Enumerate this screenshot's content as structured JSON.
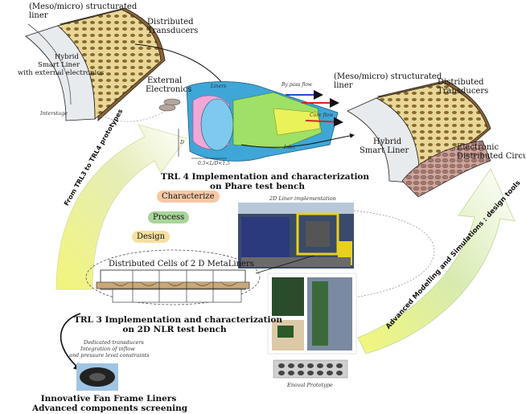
{
  "labels": {
    "liner_top_left_structured": "(Meso/micro) structurated",
    "liner_top_left_liner": "liner",
    "distributed_transducers_left": "Distributed",
    "distributed_transducers_left_2": "Transducers",
    "hybrid_left_1": "Hybrid",
    "hybrid_left_2": "Smart Liner",
    "hybrid_left_3": "with external electronics",
    "interstage": "Interstage",
    "external_electronics_1": "External",
    "external_electronics_2": "Electronics",
    "engine_liners": "Liners",
    "engine_bypass": "By pass flow",
    "engine_core": "Core flow",
    "engine_inlet": "Inlet",
    "engine_d": "D",
    "engine_ld": "0.5<L/D<1.5",
    "liner_right_structured": "(Meso/micro) structurated",
    "liner_right_liner": "liner",
    "distributed_transducers_right": "Distributed",
    "distributed_transducers_right_2": "Transducers",
    "hybrid_right_1": "Hybrid",
    "hybrid_right_2": "Smart Liner",
    "electronic_circuit_1": "Electronic",
    "electronic_circuit_2": "Distributed Circuit",
    "trl4_1": "TRL 4 Implementation and characterization",
    "trl4_2": "on Phare test bench",
    "characterize": "Characterize",
    "process": "Process",
    "design": "Design",
    "from_trl": "From TRL3 to TRL4 prototypes",
    "liner_2d_impl": "2D Liner implementation",
    "distributed_cells": "Distributed Cells of 2 D MetaLiners",
    "trl3_1": "TRL 3 Implementation and characterization",
    "trl3_2": "on 2D NLR test bench",
    "advanced_modelling": "Advanced Modelling and Simulations : design tools",
    "dedicated_1": "Dedicated transducers",
    "dedicated_2": "Integration of inflow",
    "dedicated_3": "and pressure level constraints",
    "fan_frame_1": "Innovative Fan Frame Liners",
    "fan_frame_2": "Advanced components screening",
    "enoval": "Enoval Prototype"
  },
  "colors": {
    "characterize_pill": "#f6c9a6",
    "process_pill": "#a9d49a",
    "design_pill": "#f5e0a0",
    "arrow_left": "#e8f0b0",
    "arrow_right": "#c9e4a6"
  }
}
